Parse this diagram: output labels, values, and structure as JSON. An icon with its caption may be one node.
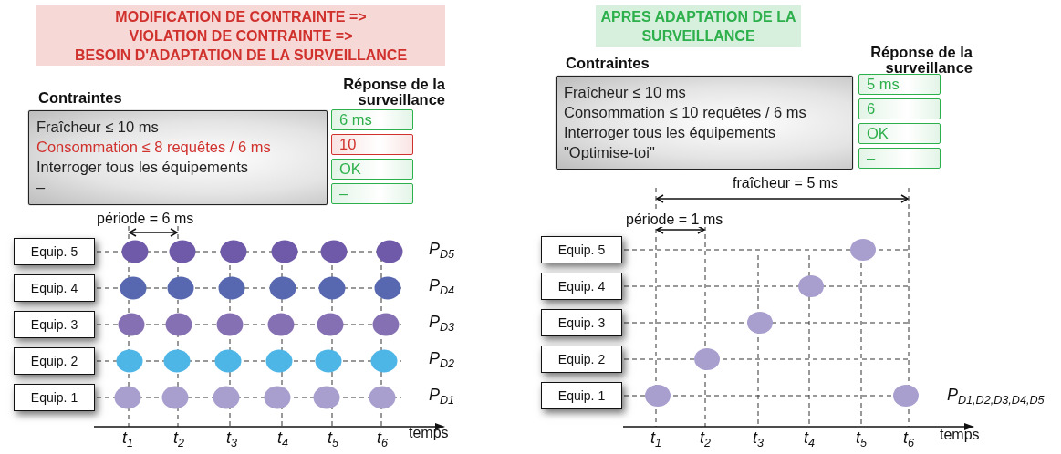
{
  "diagram": {
    "nodes": [
      {
        "text": [
          "MODIFICATION DE CONTRAINTE =>",
          "VIOLATION DE CONTRAINTE =>",
          "BESOIN D'ADAPTATION DE LA SURVEILLANCE"
        ]
      },
      {
        "text": [
          "Contraintes",
          "Fraîcheur ≤ 10 ms",
          "Consommation ≤ 8 requêtes / 6 ms",
          "Interroger tous les équipements",
          "–"
        ]
      },
      {
        "text": [
          "6 ms"
        ]
      },
      {
        "text": [
          "10"
        ]
      },
      {
        "text": [
          "OK"
        ]
      },
      {
        "text": [
          "–"
        ]
      },
      {
        "text": [
          "Equip. 5"
        ]
      },
      {
        "text": [
          "Equip. 4"
        ]
      },
      {
        "text": [
          "Equip. 3"
        ]
      },
      {
        "text": [
          "Equip. 2"
        ]
      },
      {
        "text": [
          "Equip. 1"
        ]
      },
      {
        "text": [
          "APRES ADAPTATION DE LA SURVEILLANCE"
        ]
      },
      {
        "text": [
          "Contraintes",
          "Fraîcheur ≤ 10 ms",
          "Consommation ≤ 10 requêtes / 6 ms",
          "Interroger tous les équipements",
          "\"Optimise-toi\""
        ]
      },
      {
        "text": [
          "5 ms"
        ]
      },
      {
        "text": [
          "6"
        ]
      },
      {
        "text": [
          "OK"
        ]
      },
      {
        "text": [
          "–"
        ]
      },
      {
        "text": [
          "Equip. 5"
        ]
      },
      {
        "text": [
          "Equip. 4"
        ]
      },
      {
        "text": [
          "Equip. 3"
        ]
      },
      {
        "text": [
          "Equip. 2"
        ]
      },
      {
        "text": [
          "Equip. 1"
        ]
      }
    ],
    "labels": [
      "Réponse de la surveillance",
      "période = 6 ms",
      "P$_{D5}$",
      "P$_{D4}$",
      "P$_{D3}$",
      "P$_{D2}$",
      "P$_{D1}$",
      "t$_{1}$",
      "t$_{2}$",
      "t$_{3}$",
      "t$_{4}$",
      "t$_{5}$",
      "t$_{6}$",
      "temps",
      "Réponse de la surveillance",
      "fraîcheur = 5 ms",
      "période = 1 ms",
      "P$_{D1,D2,D3,D4,D5}$",
      "t$_{1}$",
      "t$_{2}$",
      "t$_{3}$",
      "t$_{4}$",
      "t$_{5}$",
      "t$_{6}$",
      "temps"
    ]
  }
}
